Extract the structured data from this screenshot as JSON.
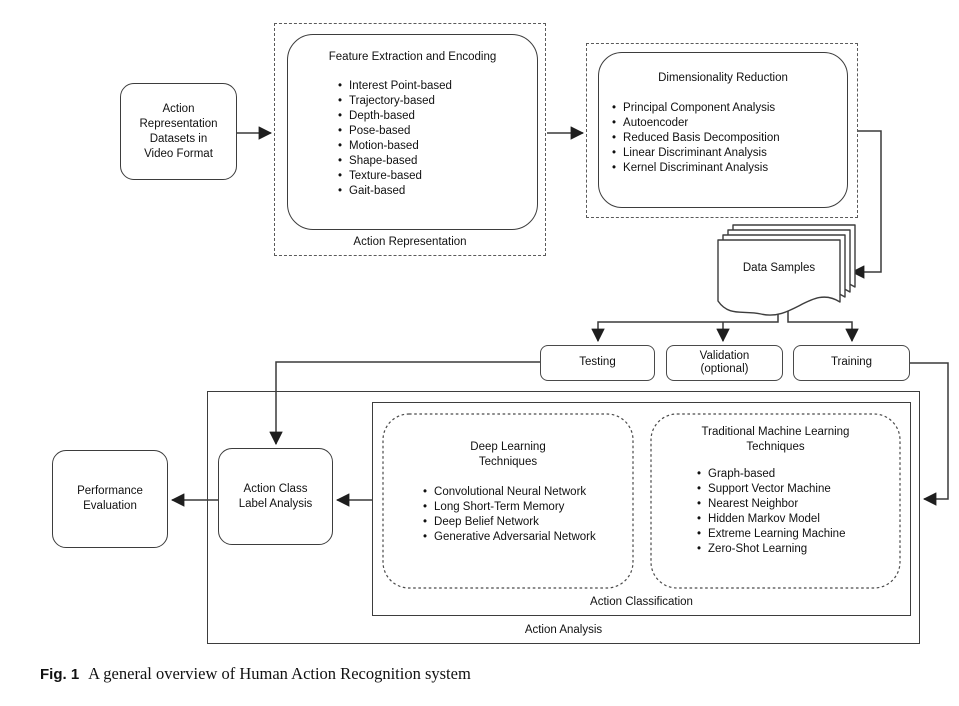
{
  "nodes": {
    "datasets": {
      "text": "Action\nRepresentation\nDatasets in\nVideo Format"
    },
    "action_representation": {
      "label": "Action Representation"
    },
    "feature_extraction": {
      "title": "Feature Extraction and Encoding",
      "items": [
        "Interest Point-based",
        "Trajectory-based",
        "Depth-based",
        "Pose-based",
        "Motion-based",
        "Shape-based",
        "Texture-based",
        "Gait-based"
      ]
    },
    "dimensionality_reduction": {
      "title": "Dimensionality Reduction",
      "items": [
        "Principal Component Analysis",
        "Autoencoder",
        "Reduced Basis Decomposition",
        "Linear Discriminant Analysis",
        "Kernel Discriminant Analysis"
      ]
    },
    "data_samples": {
      "label": "Data Samples"
    },
    "testing": {
      "label": "Testing"
    },
    "validation": {
      "text": "Validation\n(optional)"
    },
    "training": {
      "label": "Training"
    },
    "action_analysis": {
      "label": "Action Analysis"
    },
    "action_classification": {
      "label": "Action Classification"
    },
    "deep_learning": {
      "title": "Deep Learning\nTechniques",
      "items": [
        "Convolutional Neural Network",
        "Long Short-Term Memory",
        "Deep Belief Network",
        "Generative Adversarial Network"
      ]
    },
    "traditional_ml": {
      "title": "Traditional Machine Learning\nTechniques",
      "items": [
        "Graph-based",
        "Support Vector Machine",
        "Nearest Neighbor",
        "Hidden Markov Model",
        "Extreme Learning Machine",
        "Zero-Shot Learning"
      ]
    },
    "action_class_label_analysis": {
      "text": "Action Class\nLabel Analysis"
    },
    "performance_evaluation": {
      "text": "Performance\nEvaluation"
    }
  },
  "caption": {
    "fig_label": "Fig. 1",
    "text": "A general overview of Human Action Recognition system"
  },
  "colors": {
    "stroke": "#3d3d3d",
    "arrow": "#1e1e1e",
    "text": "#111111",
    "background": "#ffffff"
  }
}
